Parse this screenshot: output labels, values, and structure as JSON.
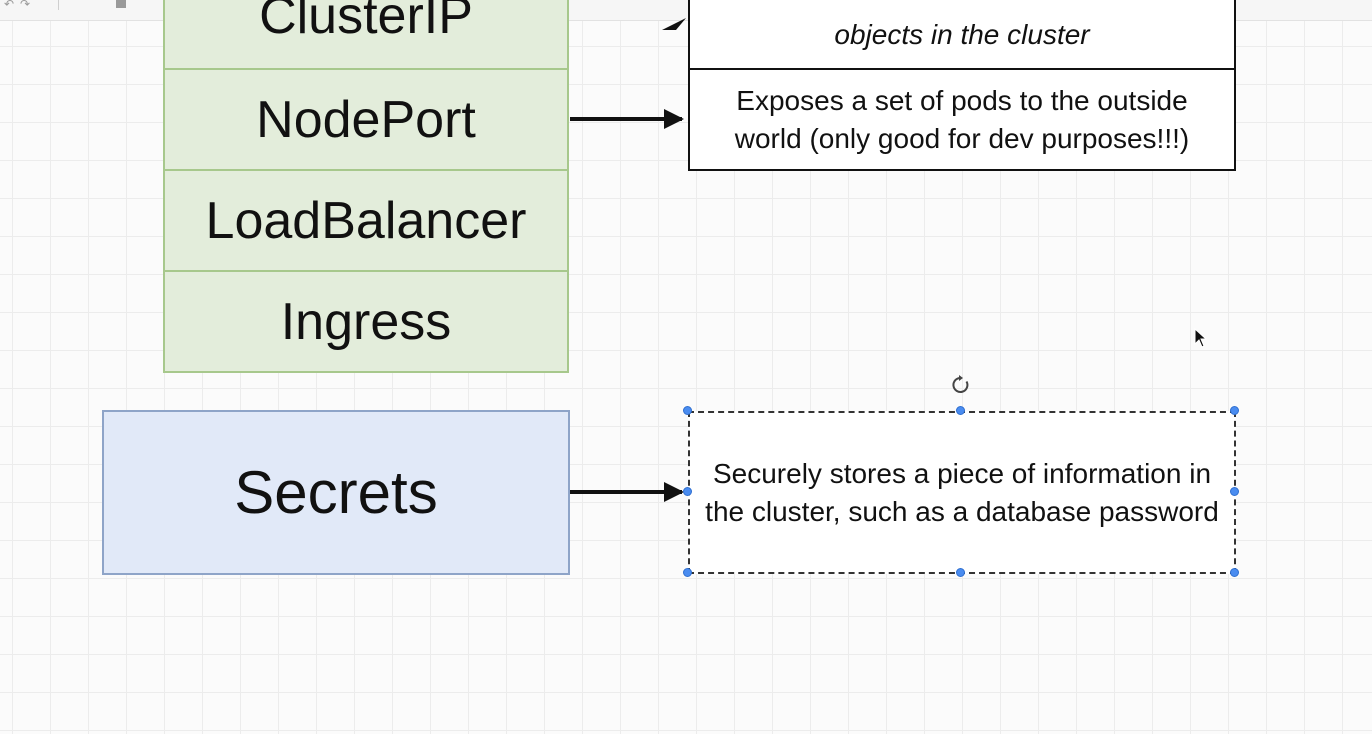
{
  "service_types": [
    {
      "label": "ClusterIP"
    },
    {
      "label": "NodePort"
    },
    {
      "label": "LoadBalancer"
    },
    {
      "label": "Ingress"
    }
  ],
  "descriptions": {
    "clusterip": "objects in the cluster",
    "nodeport": "Exposes a set of pods to the outside world (only good for dev purposes!!!)",
    "secrets": "Securely stores a piece of information in the cluster, such as a database password"
  },
  "secrets_label": "Secrets",
  "colors": {
    "service_fill": "#e3eddb",
    "service_border": "#a7c88c",
    "secrets_fill": "#e1e9f8",
    "secrets_border": "#8ea4c8",
    "selection_handle": "#4a8cf0"
  },
  "icons": {
    "rotate": "rotate-handle-icon",
    "cursor": "mouse-pointer-icon"
  }
}
